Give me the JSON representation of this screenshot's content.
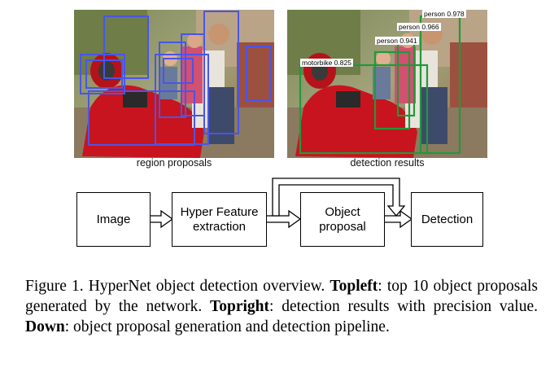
{
  "photos": {
    "left_caption": "region proposals",
    "right_caption": "detection results"
  },
  "detections": [
    {
      "label": "person 0.978"
    },
    {
      "label": "person 0.966"
    },
    {
      "label": "person 0.941"
    },
    {
      "label": "motorbike 0.825"
    }
  ],
  "pipeline": {
    "image": "Image",
    "hyper_line1": "Hyper Feature",
    "hyper_line2": "extraction",
    "proposal_line1": "Object",
    "proposal_line2": "proposal",
    "detection": "Detection"
  },
  "caption": {
    "prefix": "Figure 1. HyperNet object detection overview.",
    "topleft_label": "Topleft",
    "topleft_text": ": top 10 object proposals generated by the network.",
    "topright_label": "Topright",
    "topright_text": ": detection results with precision value.",
    "down_label": "Down",
    "down_text": ": object proposal generation and detection pipeline."
  },
  "colors": {
    "proposal_box": "#4a55e8",
    "detection_box": "#1f9a3a"
  }
}
